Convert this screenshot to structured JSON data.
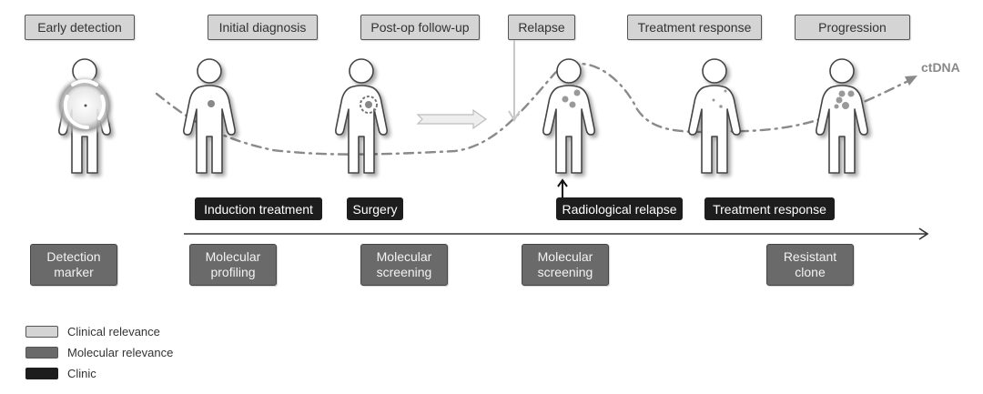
{
  "stages": [
    {
      "label": "Early detection",
      "figure": "glow-circle"
    },
    {
      "label": "Initial diagnosis",
      "figure": "single-lesion"
    },
    {
      "label": "Post-op follow-up",
      "figure": "resected-lesion"
    },
    {
      "label": "Relapse",
      "figure": "multiple-lesions"
    },
    {
      "label": "Treatment response",
      "figure": "small-lesions"
    },
    {
      "label": "Progression",
      "figure": "clustered-lesions"
    }
  ],
  "clinic_events": [
    {
      "label": "Induction treatment"
    },
    {
      "label": "Surgery"
    },
    {
      "label": "Radiological relapse"
    },
    {
      "label": "Treatment response"
    }
  ],
  "molecular_events": [
    {
      "line1": "Detection",
      "line2": "marker"
    },
    {
      "line1": "Molecular",
      "line2": "profiling"
    },
    {
      "line1": "Molecular",
      "line2": "screening"
    },
    {
      "line1": "Molecular",
      "line2": "screening"
    },
    {
      "line1": "Resistant",
      "line2": "clone"
    }
  ],
  "curve_label": "ctDNA",
  "legend": [
    {
      "label": "Clinical relevance",
      "color": "#d4d4d4"
    },
    {
      "label": "Molecular relevance",
      "color": "#6a6a6a"
    },
    {
      "label": "Clinic",
      "color": "#1d1d1d"
    }
  ],
  "colors": {
    "clinical": "#d4d4d4",
    "molecular": "#6a6a6a",
    "clinic": "#1d1d1d",
    "curve": "#8a8a8a",
    "timeline": "#333333"
  }
}
